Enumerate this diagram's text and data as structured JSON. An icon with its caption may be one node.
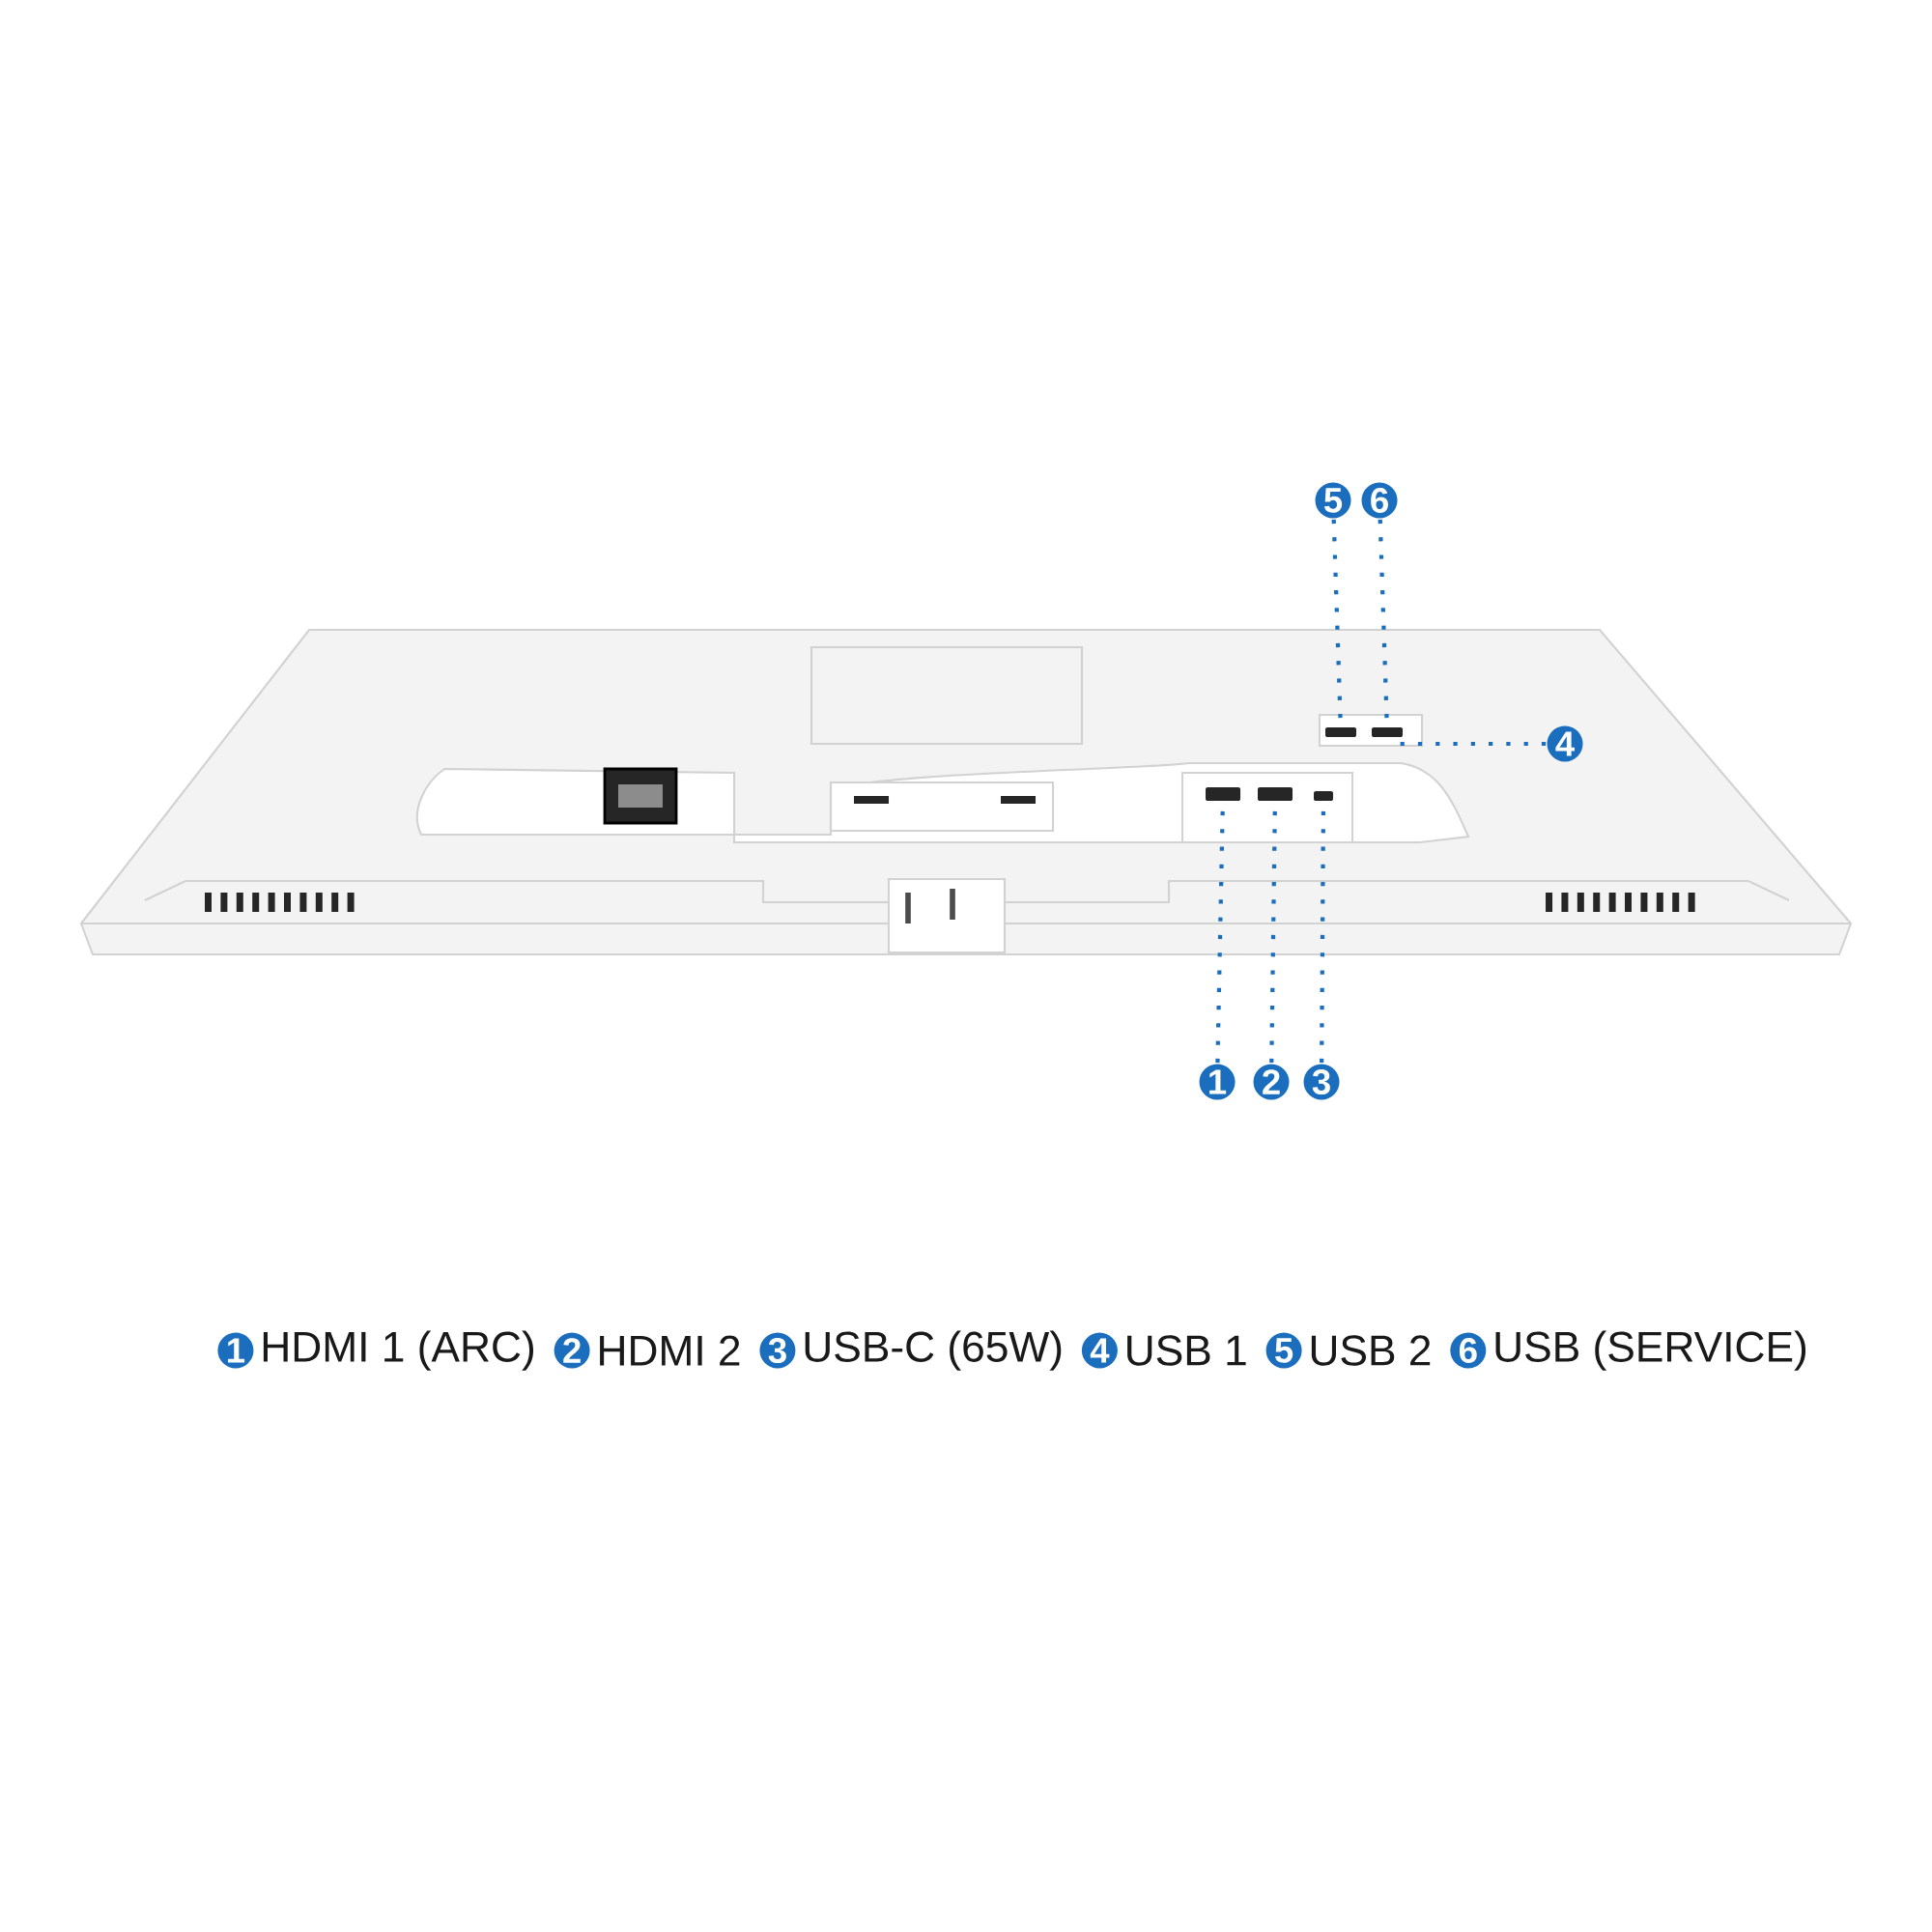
{
  "diagram": {
    "nodes": [
      {
        "text": [
          "5"
        ]
      },
      {
        "text": [
          "6"
        ]
      },
      {
        "text": [],
        "shape": "box"
      },
      {
        "text": [],
        "shape": "box"
      },
      {
        "text": [
          "4"
        ]
      },
      {
        "text": [],
        "shape": "box"
      },
      {
        "text": [],
        "shape": "box"
      },
      {
        "text": [],
        "shape": "box"
      },
      {
        "text": [
          "1"
        ]
      },
      {
        "text": [
          "2"
        ]
      },
      {
        "text": [
          "3"
        ]
      },
      {
        "text": [
          "1"
        ],
        "beside": [
          "HDMI 1 (ARC)"
        ]
      },
      {
        "text": [
          "2"
        ],
        "beside": [
          "HDMI 2"
        ]
      },
      {
        "text": [
          "3"
        ],
        "beside": [
          "USB-C (65W)"
        ]
      },
      {
        "text": [
          "4"
        ],
        "beside": [
          "USB 1"
        ]
      },
      {
        "text": [
          "5"
        ],
        "beside": [
          "USB 2"
        ]
      },
      {
        "text": [
          "6"
        ],
        "beside": [
          "USB (SERVICE)"
        ]
      }
    ],
    "edges": [
      {
        "from": 0,
        "to": 2,
        "arrow": "none",
        "style": "dashed"
      },
      {
        "from": 1,
        "to": 3,
        "arrow": "none",
        "style": "dashed"
      },
      {
        "from": 4,
        "to": 3,
        "arrow": "none",
        "style": "dashed"
      },
      {
        "from": 8,
        "to": 5,
        "arrow": "none",
        "style": "dashed"
      },
      {
        "from": 9,
        "to": 6,
        "arrow": "none",
        "style": "dashed"
      },
      {
        "from": 10,
        "to": 7,
        "arrow": "none",
        "style": "dashed"
      }
    ]
  }
}
